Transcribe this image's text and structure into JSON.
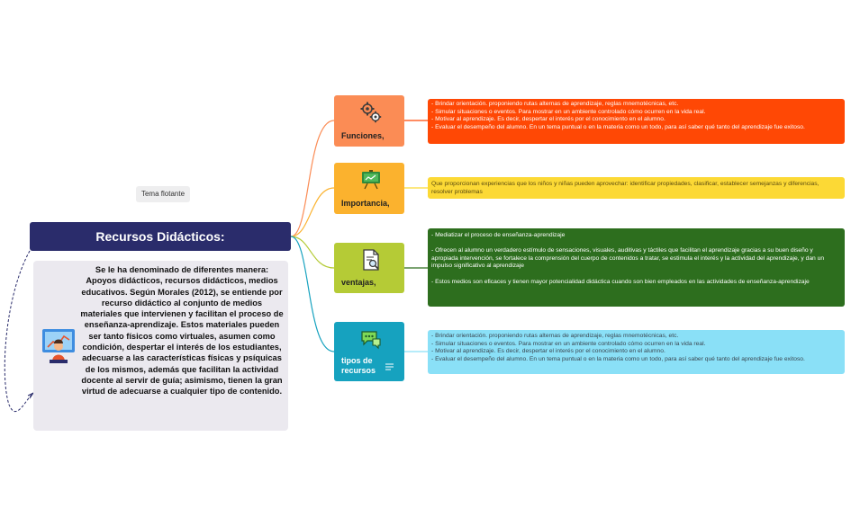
{
  "floating_topic": "Tema flotante",
  "central_topic": "Recursos Didácticos:",
  "description": "Se le ha denominado de diferentes manera:     Apoyos didácticos, recursos didácticos, medios educativos. Según Morales (2012), se entiende por recurso didáctico al conjunto de medios materiales que intervienen y facilitan el proceso de enseñanza-aprendizaje. Estos materiales pueden ser tanto físicos como virtuales, asumen como condición, despertar el interés de los estudiantes, adecuarse a las características físicas y psíquicas de los mismos, además que facilitan la actividad docente al servir de guía; asimismo, tienen la gran virtud de adecuarse a cualquier tipo de contenido.",
  "description_icon": "teacher-illustration-icon",
  "topics": [
    {
      "label": "Funciones,",
      "icon": "gears-icon",
      "color": "#fb8c55",
      "details": [
        "- Brindar orientación. proponiendo rutas alternas de aprendizaje, reglas mnemotécnicas, etc.",
        "- Simular situaciones o eventos. Para mostrar en un ambiente controlado cómo ocurren en la vida real.",
        "- Motivar al aprendizaje. Es decir, despertar el interés por el conocimiento en el alumno.",
        "- Evaluar el desempeño del alumno. En un tema puntual o en la materia como un todo, para así saber qué tanto del aprendizaje fue exitoso."
      ]
    },
    {
      "label": "Importancia,",
      "icon": "presentation-board-icon",
      "color": "#fbb22e",
      "details": [
        "Que proporcionan experiencias que los niños y niñas pueden aprovechar: identificar propiedades, clasificar, establecer semejanzas y diferencias, resolver problemas"
      ]
    },
    {
      "label": "ventajas,",
      "icon": "document-search-icon",
      "color": "#b5cb36",
      "details": [
        "- Mediatizar el proceso de enseñanza-aprendizaje",
        "- Ofrecen al alumno un verdadero estímulo de sensaciones, visuales, auditivas y táctiles que facilitan el aprendizaje gracias a su buen diseño y apropiada intervención, se fortalece la comprensión del cuerpo de contenidos a tratar, se estimula el interés y la actividad del aprendizaje, y dan un impulso significativo al aprendizaje",
        "- Estos medios son eficaces y tienen mayor potencialidad didáctica cuando son bien empleados en las actividades de enseñanza-aprendizaje"
      ]
    },
    {
      "label": "tipos de recursos",
      "icon": "chat-bubbles-icon",
      "color": "#16a2bf",
      "details": [
        "- Brindar orientación. proponiendo rutas alternas de aprendizaje, reglas mnemotécnicas, etc.",
        "- Simular situaciones o eventos. Para mostrar en un ambiente controlado cómo ocurren en la vida real.",
        "- Motivar al aprendizaje. Es decir, despertar el interés por el conocimiento en el alumno.",
        "- Evaluar el desempeño del alumno. En un tema puntual o en la materia como un todo, para así saber qué tanto del aprendizaje fue exitoso."
      ]
    }
  ],
  "colors": {
    "central": "#2a2c6b",
    "detail_1": "#ff4805",
    "detail_2": "#fcd935",
    "detail_3": "#2d6e1e",
    "detail_4": "#8ae0f7",
    "dashed_link": "#2a2c6b"
  }
}
